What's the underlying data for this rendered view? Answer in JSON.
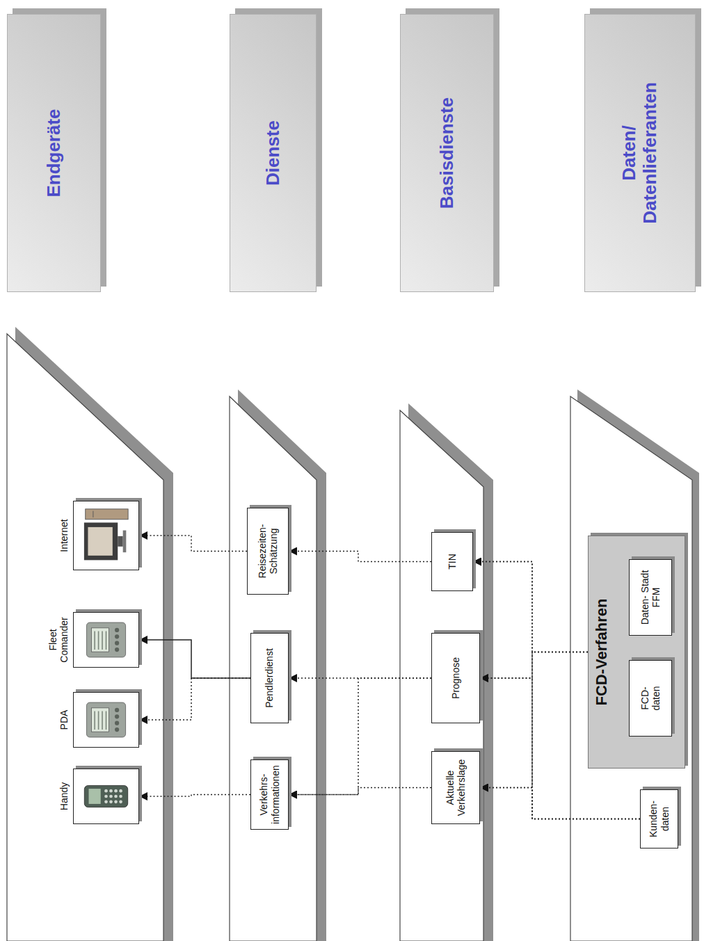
{
  "diagram": {
    "nodes": [
      {
        "text": [
          "Handy"
        ]
      },
      {
        "text": [
          "PDA"
        ]
      },
      {
        "text": [
          "Fleet Comander"
        ]
      },
      {
        "text": [
          "Internet"
        ]
      },
      {
        "text": [
          "Endgeräte"
        ]
      },
      {
        "text": [
          "Verkehrs- informationen"
        ]
      },
      {
        "text": [
          "Pendlerdienst"
        ]
      },
      {
        "text": [
          "Reisezeiten- Schätzung"
        ]
      },
      {
        "text": [
          "Dienste"
        ]
      },
      {
        "text": [
          "Aktuelle Verkehrslage"
        ]
      },
      {
        "text": [
          "Prognose"
        ]
      },
      {
        "text": [
          "TIN"
        ]
      },
      {
        "text": [
          "Basisdienste"
        ]
      },
      {
        "text": [
          "Kunden- daten"
        ]
      },
      {
        "text": [
          "FCD-Verfahren"
        ]
      },
      {
        "text": [
          "FCD- daten"
        ],
        "in": 14
      },
      {
        "text": [
          "Daten- Stadt FFM"
        ],
        "in": 14
      },
      {
        "text": [
          "Daten/ Datenlieferanten"
        ]
      }
    ],
    "edges": [
      {
        "from": 13,
        "to": 9,
        "arrow": "to"
      },
      {
        "from": 13,
        "to": 10,
        "arrow": "to"
      },
      {
        "from": 13,
        "to": 11,
        "arrow": "to"
      },
      {
        "from": 14,
        "to": 9,
        "arrow": "to"
      },
      {
        "from": 14,
        "to": 10,
        "arrow": "to"
      },
      {
        "from": 14,
        "to": 11,
        "arrow": "to"
      },
      {
        "from": 9,
        "to": 5,
        "arrow": "to"
      },
      {
        "from": 10,
        "to": 6,
        "arrow": "to"
      },
      {
        "from": 10,
        "to": 5,
        "arrow": "to"
      },
      {
        "from": 11,
        "to": 7,
        "arrow": "to"
      },
      {
        "from": 5,
        "to": 0,
        "arrow": "to"
      },
      {
        "from": 6,
        "to": 1,
        "arrow": "to"
      },
      {
        "from": 6,
        "to": 2,
        "arrow": "to"
      },
      {
        "from": 7,
        "to": 3,
        "arrow": "to"
      }
    ]
  }
}
